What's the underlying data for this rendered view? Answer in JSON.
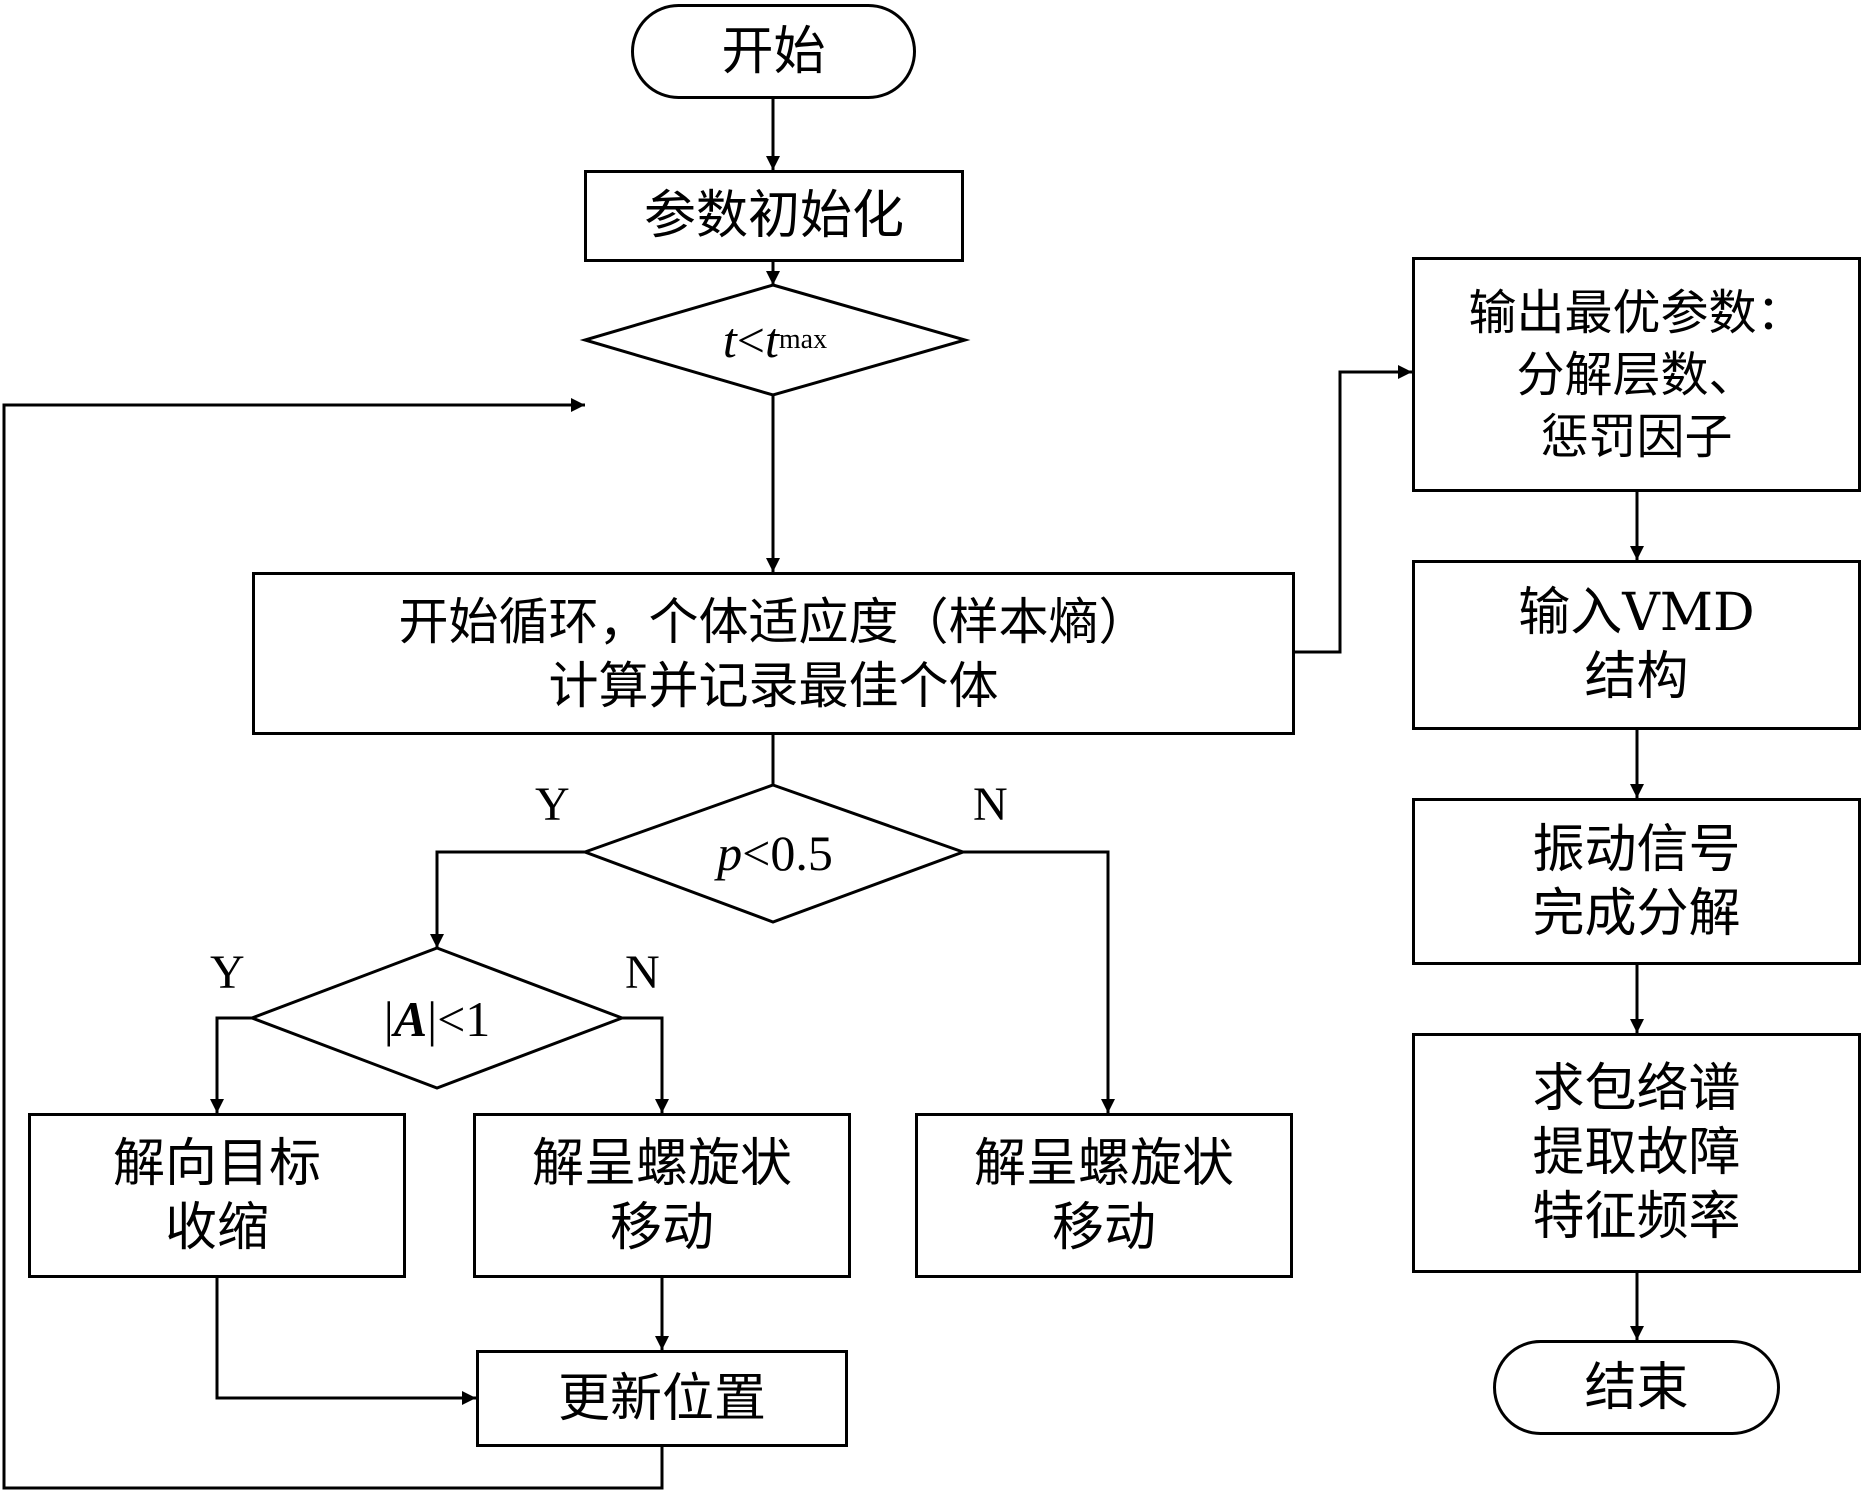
{
  "nodes": {
    "start": "开始",
    "init": "参数初始化",
    "cond_t": {
      "lhs": "t",
      "op": "<",
      "rhs": "t",
      "sub": "max"
    },
    "loop": [
      "开始循环，个体适应度（样本熵）",
      "计算并记录最佳个体"
    ],
    "cond_p": {
      "var": "p",
      "op": "<",
      "val": "0.5"
    },
    "cond_a": {
      "bar_l": "|",
      "var": "A",
      "bar_r": "|",
      "op": "<",
      "val": "1"
    },
    "shrink": [
      "解向目标",
      "收缩"
    ],
    "spiral_left": [
      "解呈螺旋状",
      "移动"
    ],
    "spiral_right": [
      "解呈螺旋状",
      "移动"
    ],
    "update": "更新位置",
    "output": [
      "输出最优参数：",
      "分解层数、",
      "惩罚因子"
    ],
    "vmd": [
      "输入VMD",
      "结构"
    ],
    "decomp": [
      "振动信号",
      "完成分解"
    ],
    "envelope": [
      "求包络谱",
      "提取故障",
      "特征频率"
    ],
    "end": "结束"
  },
  "labels": {
    "p_yes": "Y",
    "p_no": "N",
    "a_yes": "Y",
    "a_no": "N"
  }
}
